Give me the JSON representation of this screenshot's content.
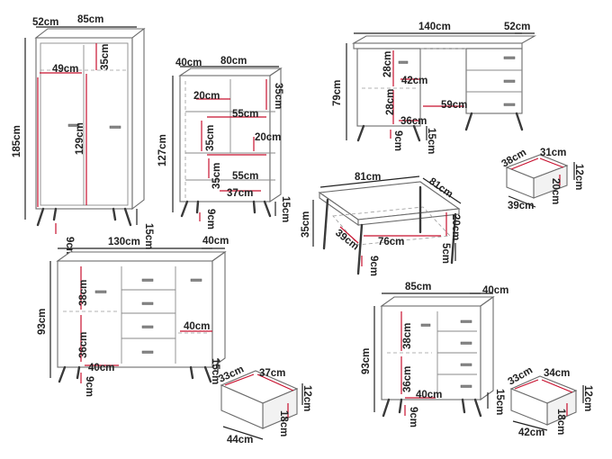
{
  "wardrobe": {
    "depth": "52cm",
    "width": "85cm",
    "height": "185cm",
    "inner_top": "35cm",
    "shelf_w": "49cm",
    "door_h": "129cm",
    "leg_h": "15cm",
    "leg_gap": "9cm"
  },
  "bookcase": {
    "depth": "40cm",
    "width": "80cm",
    "height": "127cm",
    "s1": "20cm",
    "s2": "35cm",
    "w1": "55cm",
    "s3": "35cm",
    "s4": "20cm",
    "w2": "55cm",
    "s5": "35cm",
    "w3": "37cm",
    "leg_gap": "9cm",
    "leg_h": "15cm"
  },
  "desk": {
    "width": "140cm",
    "depth": "52cm",
    "height": "79cm",
    "d1": "28cm",
    "d2": "42cm",
    "d3": "28cm",
    "d4": "36cm",
    "knee": "59cm",
    "leg_gap": "9cm",
    "leg_h": "15cm"
  },
  "desk_drawer": {
    "w": "31cm",
    "d": "38cm",
    "h": "12cm",
    "ih": "20cm",
    "base": "39cm"
  },
  "table": {
    "w": "81cm",
    "d": "81cm",
    "h": "35cm",
    "inner": "76cm",
    "shelf_d": "39cm",
    "shelf_h": "20cm",
    "leg_h": "5cm",
    "leg_gap": "9cm"
  },
  "sideboard": {
    "width": "130cm",
    "depth": "40cm",
    "height": "93cm",
    "top_box": "38cm",
    "low_box": "36cm",
    "inner_w": "40cm",
    "shelf_w": "40cm",
    "leg_gap": "9cm",
    "leg_h": "15cm"
  },
  "sb_drawer": {
    "w": "37cm",
    "d": "33cm",
    "h": "12cm",
    "ih": "18cm",
    "base": "44cm"
  },
  "cabinet": {
    "width": "85cm",
    "depth": "40cm",
    "height": "93cm",
    "top_box": "38cm",
    "low_box": "36cm",
    "inner_w": "40cm",
    "leg_gap": "9cm",
    "leg_h": "15cm"
  },
  "cab_drawer": {
    "w": "34cm",
    "d": "33cm",
    "h": "12cm",
    "ih": "18cm",
    "base": "42cm"
  }
}
